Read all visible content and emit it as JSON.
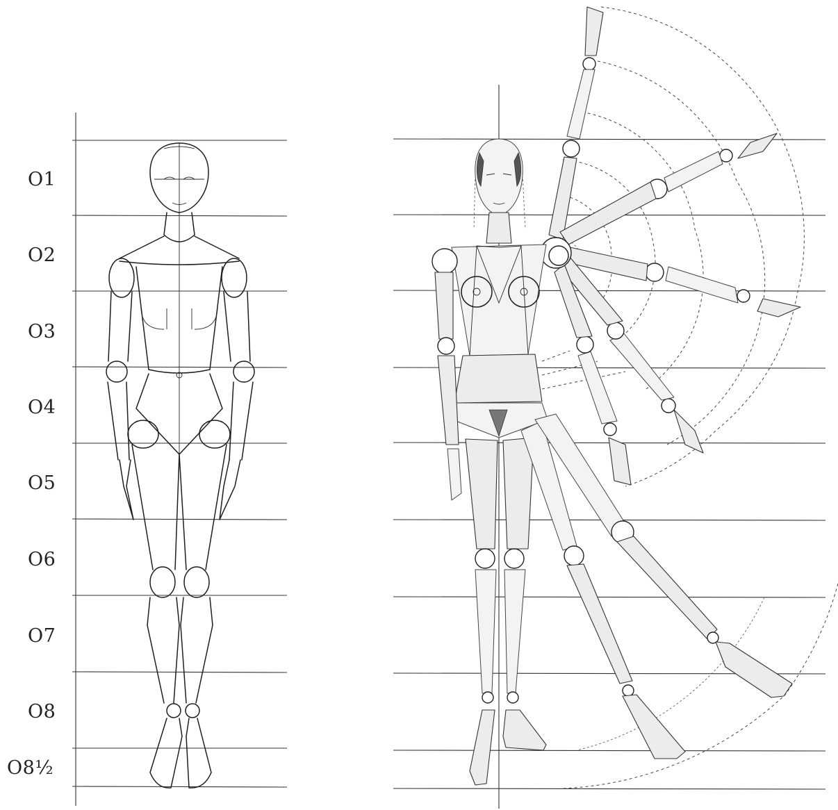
{
  "proportion_labels": [
    "O1",
    "O2",
    "O3",
    "O4",
    "O5",
    "O6",
    "O7",
    "O8",
    "O8½"
  ],
  "colors": {
    "line": "#333333",
    "background": "#ffffff",
    "shading": "#ececec"
  }
}
